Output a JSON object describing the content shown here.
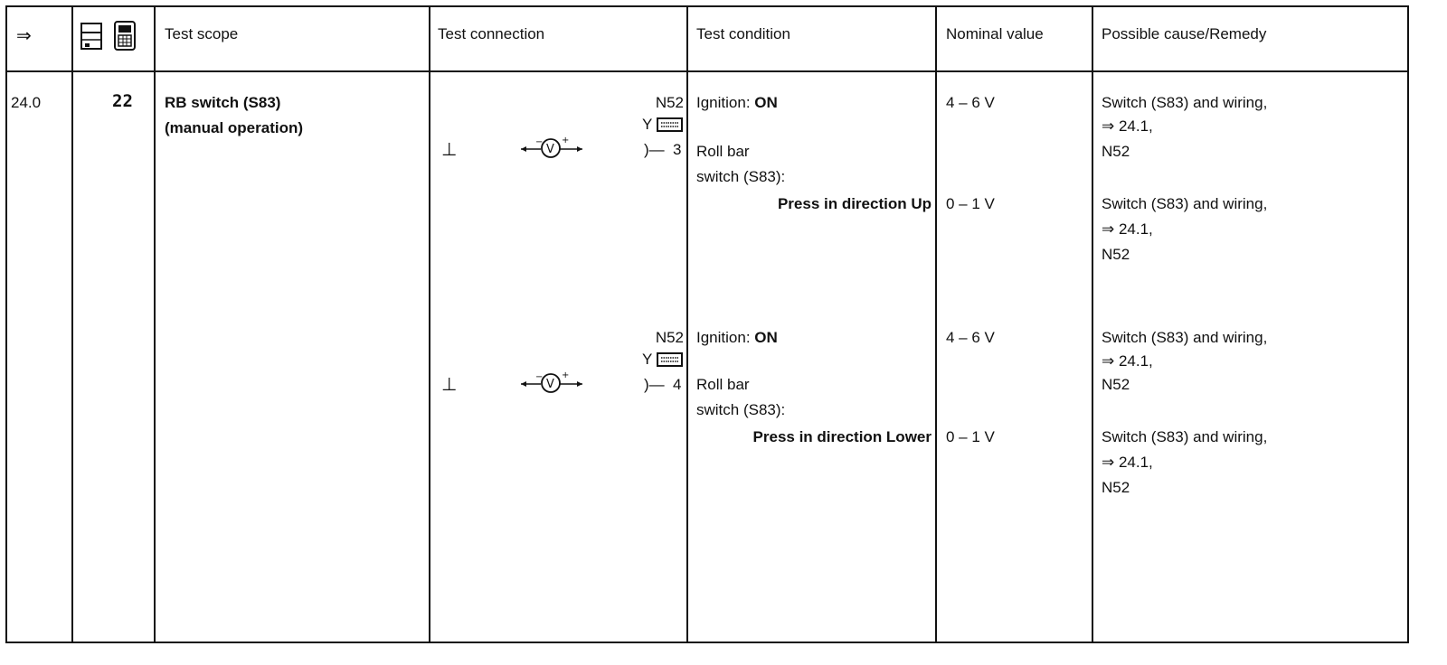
{
  "header": {
    "arrow": "⇒",
    "icon_names": [
      "control-unit-icon",
      "tester-icon"
    ],
    "test_scope": "Test scope",
    "test_connection": "Test connection",
    "test_condition": "Test condition",
    "nominal_value": "Nominal value",
    "possible_cause": "Possible cause/Remedy"
  },
  "row": {
    "step": "24.0",
    "code": "22",
    "scope_line1": "RB switch (S83)",
    "scope_line2": "(manual operation)"
  },
  "block1": {
    "unit": "N52",
    "y": "Y",
    "ground": "⊥",
    "pin": "3",
    "cond_ignition_label": "Ignition:",
    "cond_ignition_value": "ON",
    "cond_roll_bar": "Roll bar",
    "cond_switch": "switch (S83):",
    "cond_press": "Press in direction Up",
    "nominal1": "4 – 6 V",
    "nominal2": "0 – 1 V",
    "remedy1_line1": "Switch (S83) and wiring,",
    "remedy1_line2": "⇒ 24.1,",
    "remedy1_line3": "N52",
    "remedy2_line1": "Switch (S83) and wiring,",
    "remedy2_line2": "⇒ 24.1,",
    "remedy2_line3": "N52"
  },
  "block2": {
    "unit": "N52",
    "y": "Y",
    "ground": "⊥",
    "pin": "4",
    "cond_ignition_label": "Ignition:",
    "cond_ignition_value": "ON",
    "cond_roll_bar": "Roll bar",
    "cond_switch": "switch (S83):",
    "cond_press": "Press in direction Lower",
    "nominal1": "4 – 6 V",
    "nominal2": "0 – 1 V",
    "remedy1_line1": "Switch (S83) and wiring,",
    "remedy1_line2": "⇒ 24.1,",
    "remedy1_line3": "N52",
    "remedy2_line1": "Switch (S83) and wiring,",
    "remedy2_line2": "⇒ 24.1,",
    "remedy2_line3": "N52"
  }
}
